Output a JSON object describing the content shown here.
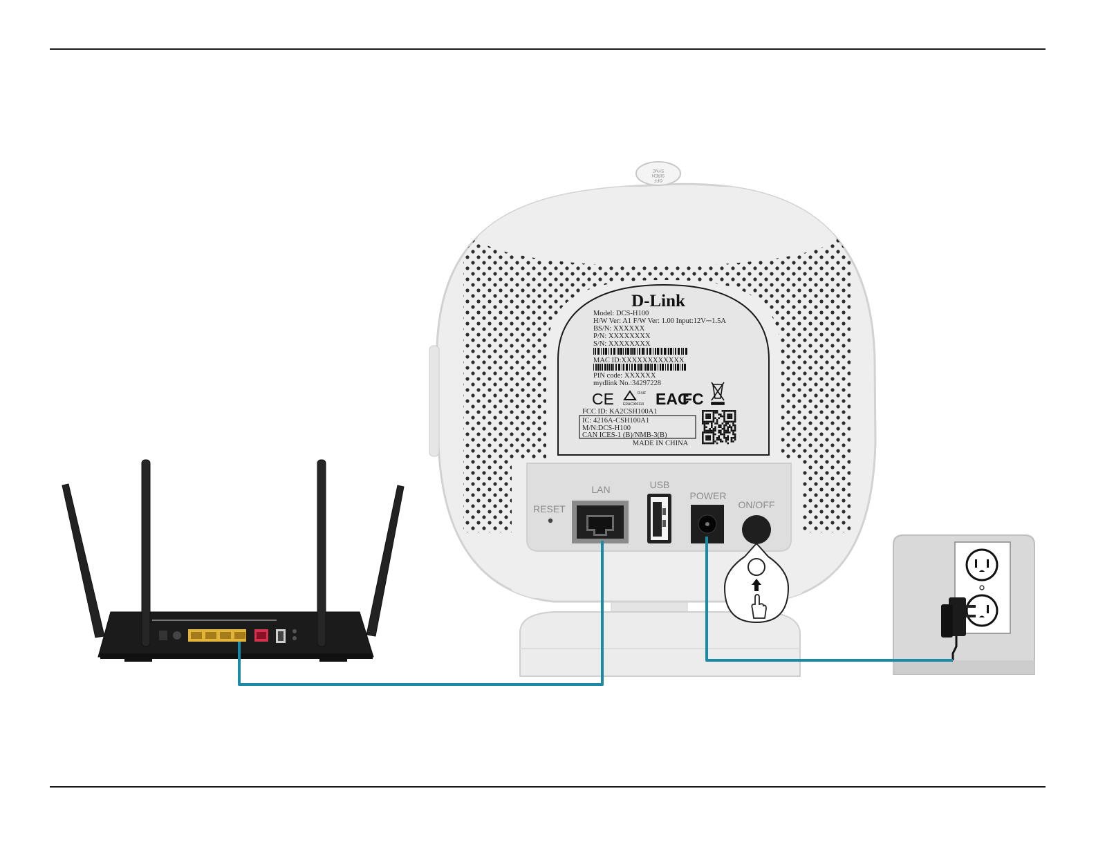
{
  "hub": {
    "brand": "D-Link",
    "sync_button": [
      "SYNC",
      "SIREN",
      "OFF"
    ],
    "label_lines": [
      "Model:  DCS-H100",
      "H/W Ver: A1  F/W Ver: 1.00  Input:12V⎓1.5A",
      "BS/N: XXXXXX",
      "P/N: XXXXXXXX",
      "S/N: XXXXXXXX",
      "MAC ID:XXXXXXXXXXXX",
      "PIN code: XXXXXX",
      "mydlink No.:34297228"
    ],
    "cert_marks": {
      "ce": "CE",
      "rcm_small": "R-NZ",
      "rcm_code": "ERAC000113",
      "eac": "EAC",
      "fcc": "FC"
    },
    "fcc_id": "FCC ID: KA2CSH100A1",
    "ic_box": [
      "IC: 4216A-CSH100A1",
      "M/N:DCS-H100",
      "CAN ICES-1 (B)/NMB-3(B)"
    ],
    "made_in": "MADE IN CHINA",
    "ports": {
      "reset": "RESET",
      "lan": "LAN",
      "usb": "USB",
      "power": "POWER",
      "onoff": "ON/OFF"
    }
  },
  "colors": {
    "cable": "#1a8aa6",
    "hub_body": "#eeeeee",
    "hub_outline": "#d2d2d2",
    "router_body": "#1b1b1b",
    "router_lan_ports": "#e2b43a",
    "router_wan_port": "#d23250",
    "wall": "#d9d9d9",
    "rule": "#1a1a1a"
  }
}
